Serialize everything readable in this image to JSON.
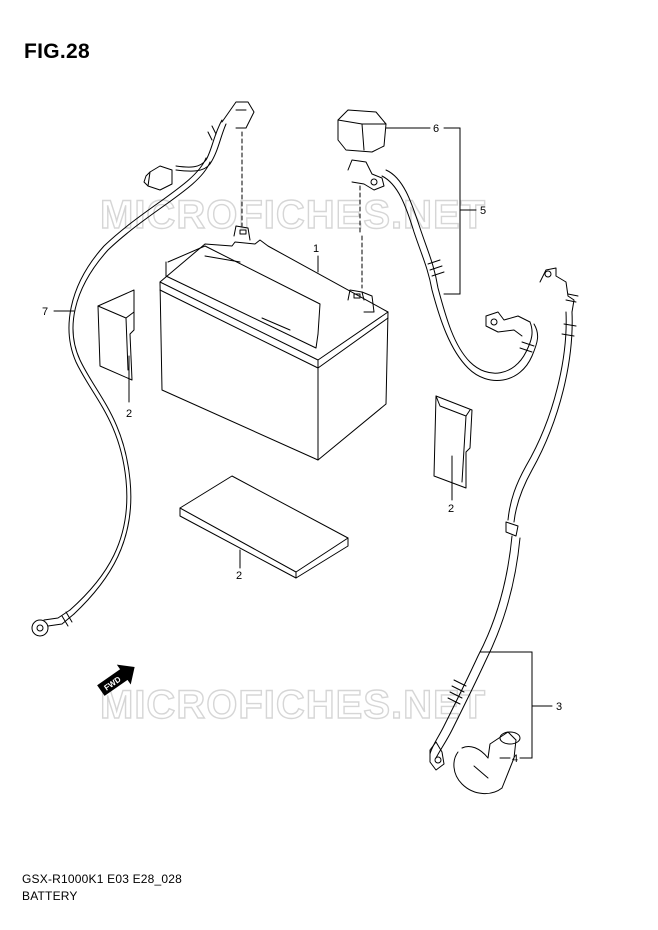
{
  "figure": {
    "title": "FIG.28",
    "model_code": "GSX-R1000K1 E03 E28_028",
    "section_name": "BATTERY"
  },
  "watermark": {
    "text": "MICROFICHES.NET"
  },
  "callouts": {
    "c1": "1",
    "c2a": "2",
    "c2b": "2",
    "c2c": "2",
    "c3": "3",
    "c4": "4",
    "c5": "5",
    "c6": "6",
    "c7": "7"
  },
  "fwd_badge": {
    "text": "FWD"
  },
  "colors": {
    "line": "#000000",
    "watermark": "#d6d6d6",
    "background": "#ffffff"
  }
}
